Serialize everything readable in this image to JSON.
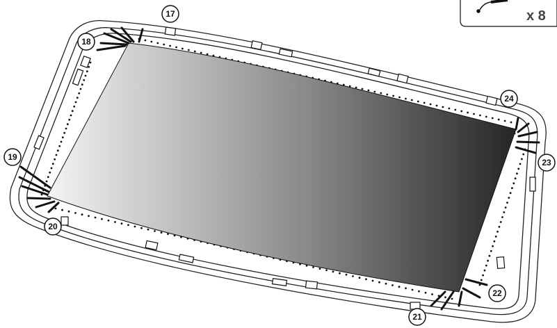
{
  "callouts": [
    {
      "id": "17",
      "label": "17"
    },
    {
      "id": "18",
      "label": "18"
    },
    {
      "id": "19",
      "label": "19"
    },
    {
      "id": "20",
      "label": "20"
    },
    {
      "id": "21",
      "label": "21"
    },
    {
      "id": "22",
      "label": "22"
    },
    {
      "id": "23",
      "label": "23"
    },
    {
      "id": "24",
      "label": "24"
    }
  ],
  "quantity_box": {
    "quantity_label": "x 8",
    "icon": "spring-tool-icon"
  },
  "colors": {
    "mat_light": "#f2f2f2",
    "mat_dark": "#2a2a2a",
    "frame_stroke": "#222222",
    "frame_fill": "#ffffff"
  }
}
